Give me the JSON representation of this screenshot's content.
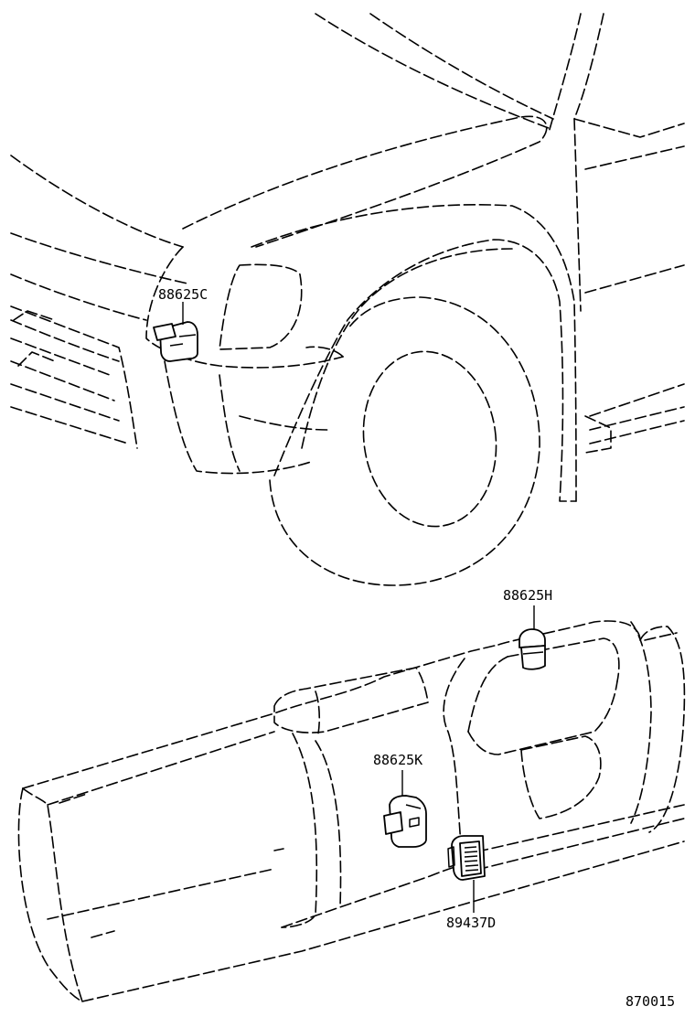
{
  "parts": [
    {
      "part_number": "88625C"
    },
    {
      "part_number": "88625H"
    },
    {
      "part_number": "88625K"
    },
    {
      "part_number": "89437D"
    }
  ],
  "figure_id": "870015"
}
